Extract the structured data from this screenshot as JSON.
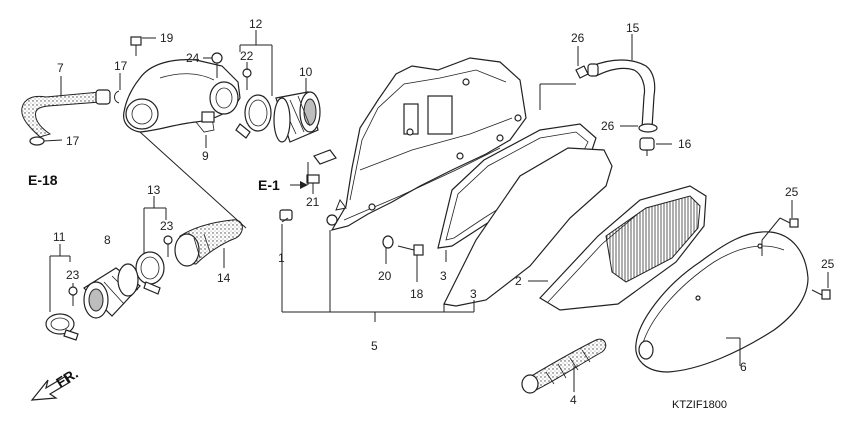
{
  "callouts": {
    "n1": "1",
    "n2": "2",
    "n3a": "3",
    "n3b": "3",
    "n4": "4",
    "n5": "5",
    "n6": "6",
    "n7": "7",
    "n8": "8",
    "n9": "9",
    "n10": "10",
    "n11": "11",
    "n12": "12",
    "n13": "13",
    "n14": "14",
    "n15": "15",
    "n16": "16",
    "n17a": "17",
    "n17b": "17",
    "n18": "18",
    "n19": "19",
    "n20": "20",
    "n21": "21",
    "n22": "22",
    "n23a": "23",
    "n23b": "23",
    "n24": "24",
    "n25a": "25",
    "n25b": "25",
    "n26a": "26",
    "n26b": "26"
  },
  "references": {
    "e18": "E-18",
    "e1": "E-1",
    "fr": "FR."
  },
  "diagram_code": "KTZIF1800"
}
